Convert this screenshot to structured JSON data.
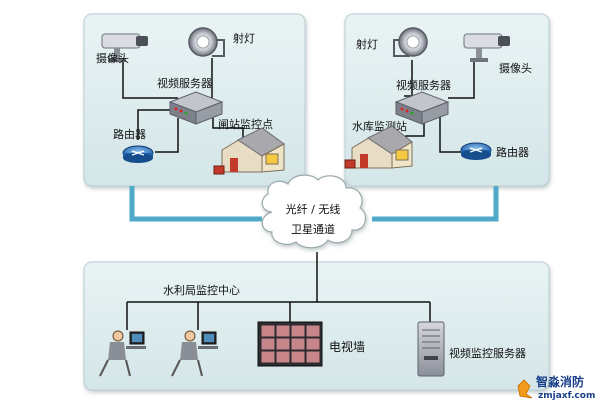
{
  "left_site": {
    "camera": "摄像头",
    "spotlight": "射灯",
    "video_server": "视频服务器",
    "router": "路由器",
    "station": "闸站监控点"
  },
  "right_site": {
    "spotlight": "射灯",
    "camera": "摄像头",
    "video_server": "视频服务器",
    "station": "水库监测站",
    "router": "路由器"
  },
  "network": {
    "line1": "光纤 / 无线",
    "line2": "卫星通道"
  },
  "center": {
    "title": "水利局监控中心",
    "tv_wall": "电视墙",
    "monitor_server": "视频监控服务器"
  },
  "watermark": {
    "name": "智淼消防",
    "url": "zmjaxf.com"
  }
}
